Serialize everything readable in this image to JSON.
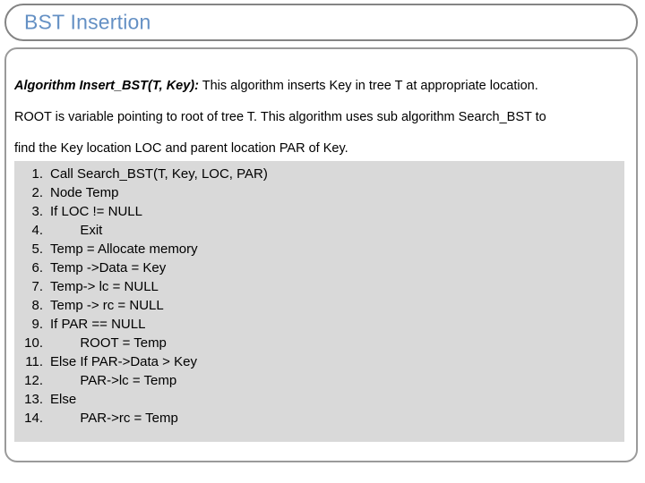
{
  "slide": {
    "title": "BST Insertion",
    "title_color": "#6490c4",
    "border_color": "#9a9a9a",
    "panel_color": "#d9d9d9",
    "background_color": "#ffffff"
  },
  "description": {
    "algorithm_label": "Algorithm Insert_BST(T, Key):",
    "line1_rest": " This algorithm inserts Key in tree T at appropriate location.",
    "line2": "ROOT is variable pointing to root of tree T. This algorithm uses sub algorithm Search_BST to",
    "line3": "find the Key location LOC and parent location PAR of Key."
  },
  "steps": {
    "items": [
      {
        "num": "1.",
        "text": "Call Search_BST(T, Key, LOC, PAR)"
      },
      {
        "num": "2.",
        "text": "Node Temp"
      },
      {
        "num": "3.",
        "text": "If LOC != NULL"
      },
      {
        "num": "4.",
        "text": "        Exit"
      },
      {
        "num": "5.",
        "text": "Temp = Allocate memory"
      },
      {
        "num": "6.",
        "text": "Temp ->Data = Key"
      },
      {
        "num": "7.",
        "text": "Temp-> lc = NULL"
      },
      {
        "num": "8.",
        "text": "Temp -> rc = NULL"
      },
      {
        "num": "9.",
        "text": "If PAR == NULL"
      },
      {
        "num": "10.",
        "text": "        ROOT = Temp"
      },
      {
        "num": "11.",
        "text": "Else If PAR->Data > Key"
      },
      {
        "num": "12.",
        "text": "        PAR->lc = Temp"
      },
      {
        "num": "13.",
        "text": "Else"
      },
      {
        "num": "14.",
        "text": "        PAR->rc = Temp"
      }
    ]
  }
}
